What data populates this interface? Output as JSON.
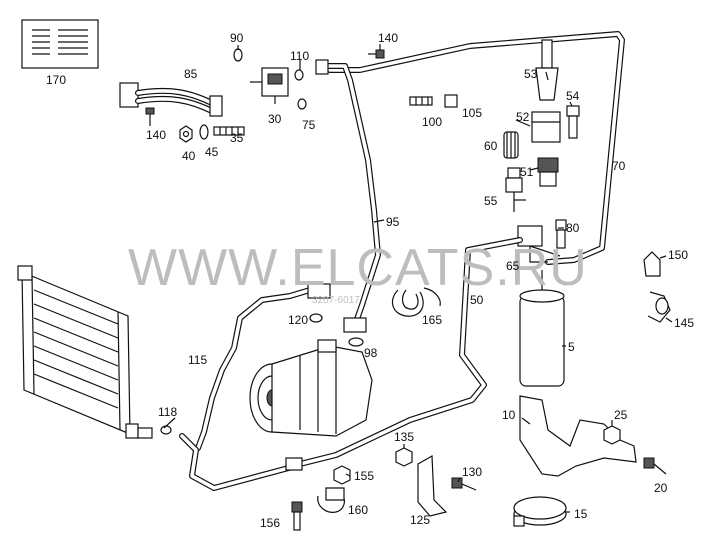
{
  "watermark": {
    "main": "WWW.ELCATS.RU",
    "code": "3207-6017"
  },
  "callouts": [
    {
      "id": "c170",
      "text": "170"
    },
    {
      "id": "c85",
      "text": "85"
    },
    {
      "id": "c90",
      "text": "90"
    },
    {
      "id": "c110",
      "text": "110"
    },
    {
      "id": "c140a",
      "text": "140"
    },
    {
      "id": "c140b",
      "text": "140"
    },
    {
      "id": "c40",
      "text": "40"
    },
    {
      "id": "c45",
      "text": "45"
    },
    {
      "id": "c35",
      "text": "35"
    },
    {
      "id": "c30",
      "text": "30"
    },
    {
      "id": "c75",
      "text": "75"
    },
    {
      "id": "c100",
      "text": "100"
    },
    {
      "id": "c105",
      "text": "105"
    },
    {
      "id": "c53",
      "text": "53"
    },
    {
      "id": "c52",
      "text": "52"
    },
    {
      "id": "c54",
      "text": "54"
    },
    {
      "id": "c60",
      "text": "60"
    },
    {
      "id": "c51",
      "text": "51"
    },
    {
      "id": "c70",
      "text": "70"
    },
    {
      "id": "c55",
      "text": "55"
    },
    {
      "id": "c95",
      "text": "95"
    },
    {
      "id": "c80",
      "text": "80"
    },
    {
      "id": "c65",
      "text": "65"
    },
    {
      "id": "c150",
      "text": "150"
    },
    {
      "id": "c145",
      "text": "145"
    },
    {
      "id": "c50",
      "text": "50"
    },
    {
      "id": "c120",
      "text": "120"
    },
    {
      "id": "c165",
      "text": "165"
    },
    {
      "id": "c98",
      "text": "98"
    },
    {
      "id": "c115",
      "text": "115"
    },
    {
      "id": "c5",
      "text": "5"
    },
    {
      "id": "c118",
      "text": "118"
    },
    {
      "id": "c10",
      "text": "10"
    },
    {
      "id": "c25",
      "text": "25"
    },
    {
      "id": "c135",
      "text": "135"
    },
    {
      "id": "c155",
      "text": "155"
    },
    {
      "id": "c130",
      "text": "130"
    },
    {
      "id": "c20",
      "text": "20"
    },
    {
      "id": "c160",
      "text": "160"
    },
    {
      "id": "c156",
      "text": "156"
    },
    {
      "id": "c125",
      "text": "125"
    },
    {
      "id": "c15",
      "text": "15"
    }
  ]
}
